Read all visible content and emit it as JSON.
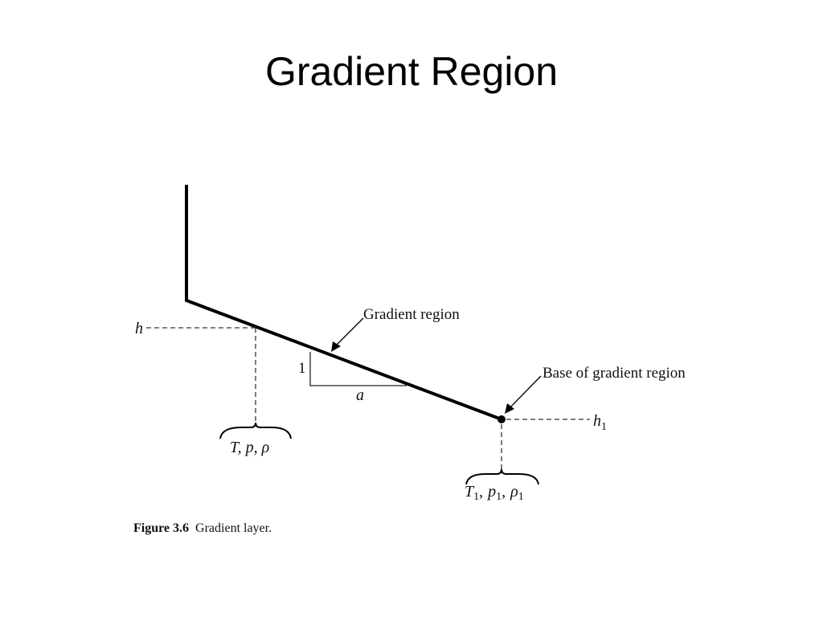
{
  "slide": {
    "title": "Gradient Region"
  },
  "diagram": {
    "labels": {
      "gradient_region": "Gradient region",
      "base_of_gradient_region": "Base of gradient region",
      "h": "h",
      "h1_main": "h",
      "h1_sub": "1",
      "slope_rise": "1",
      "slope_run": "a",
      "state_left": "T, p, ρ",
      "state_right_T": "T",
      "state_right_T_sub": "1",
      "state_right_p": "p",
      "state_right_p_sub": "1",
      "state_right_rho": "ρ",
      "state_right_rho_sub": "1",
      "comma1": ",",
      "comma2": ","
    },
    "caption": {
      "figure_number": "Figure 3.6",
      "text": "Gradient layer."
    }
  }
}
